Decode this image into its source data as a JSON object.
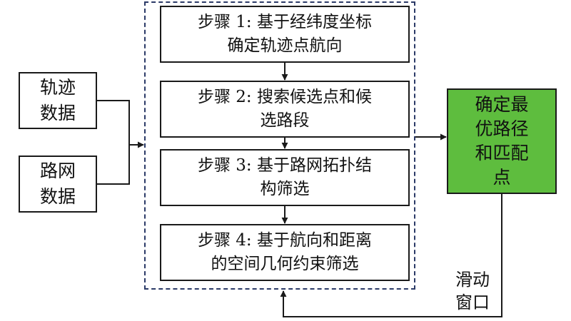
{
  "inputs": [
    {
      "line1": "轨迹",
      "line2": "数据"
    },
    {
      "line1": "路网",
      "line2": "数据"
    }
  ],
  "steps": [
    {
      "line1": "步骤 1: 基于经纬度坐标",
      "line2": "确定轨迹点航向"
    },
    {
      "line1": "步骤 2: 搜索候选点和候",
      "line2": "选路段"
    },
    {
      "line1": "步骤 3: 基于路网拓扑结",
      "line2": "构筛选"
    },
    {
      "line1": "步骤 4: 基于航向和距离",
      "line2": "的空间几何约束筛选"
    }
  ],
  "result": {
    "line1": "确定最",
    "line2": "优路径",
    "line3": "和匹配",
    "line4": "点"
  },
  "loop_label": {
    "line1": "滑动",
    "line2": "窗口"
  },
  "colors": {
    "result_fill": "#5ebd3e",
    "frame_dash": "#2b3a67",
    "line": "#1a1a1a"
  }
}
